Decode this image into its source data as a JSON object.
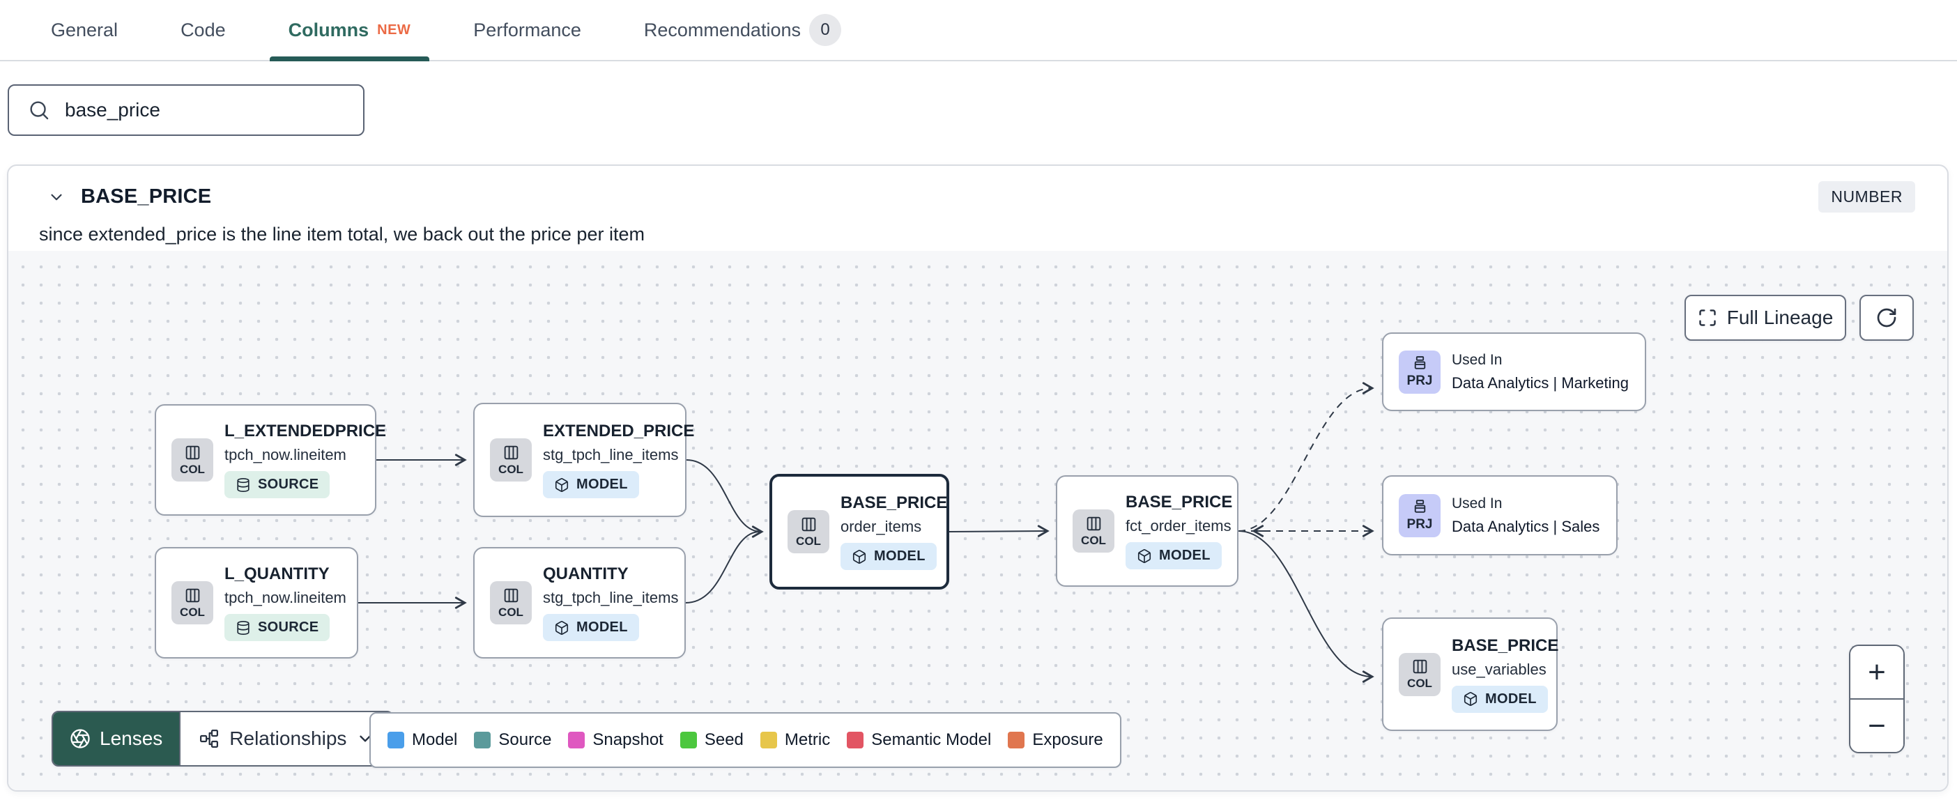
{
  "tabs": {
    "items": [
      {
        "label": "General"
      },
      {
        "label": "Code"
      },
      {
        "label": "Columns",
        "flag": "NEW"
      },
      {
        "label": "Performance"
      },
      {
        "label": "Recommendations",
        "count": "0"
      }
    ],
    "active_color": "#2f6a60",
    "new_flag_color": "#eb6a45"
  },
  "search": {
    "value": "base_price"
  },
  "column_panel": {
    "title": "BASE_PRICE",
    "type_badge": "NUMBER",
    "description": "since extended_price is the line item total, we back out the price per item"
  },
  "lineage": {
    "controls": {
      "full_lineage": "Full Lineage",
      "zoom_in": "+",
      "zoom_out": "−"
    },
    "toolbar": {
      "lenses": "Lenses",
      "relationships": "Relationships"
    },
    "lenses_color": "#2b5a50",
    "nodes": [
      {
        "badge": "COL",
        "title": "L_EXTENDEDPRICE",
        "subtitle": "tpch_now.lineitem",
        "tag": "SOURCE"
      },
      {
        "badge": "COL",
        "title": "EXTENDED_PRICE",
        "subtitle": "stg_tpch_line_items",
        "tag": "MODEL"
      },
      {
        "badge": "COL",
        "title": "L_QUANTITY",
        "subtitle": "tpch_now.lineitem",
        "tag": "SOURCE"
      },
      {
        "badge": "COL",
        "title": "QUANTITY",
        "subtitle": "stg_tpch_line_items",
        "tag": "MODEL"
      },
      {
        "badge": "COL",
        "title": "BASE_PRICE",
        "subtitle": "order_items",
        "tag": "MODEL",
        "selected": true
      },
      {
        "badge": "COL",
        "title": "BASE_PRICE",
        "subtitle": "fct_order_items",
        "tag": "MODEL"
      },
      {
        "badge": "PRJ",
        "label": "Used In",
        "title": "Data Analytics | Marketing"
      },
      {
        "badge": "PRJ",
        "label": "Used In",
        "title": "Data Analytics | Sales"
      },
      {
        "badge": "COL",
        "title": "BASE_PRICE",
        "subtitle": "use_variables",
        "tag": "MODEL"
      }
    ],
    "legend": [
      {
        "label": "Model",
        "color": "#4a9eea"
      },
      {
        "label": "Source",
        "color": "#5b9a9b"
      },
      {
        "label": "Snapshot",
        "color": "#df58c0"
      },
      {
        "label": "Seed",
        "color": "#4cc73e"
      },
      {
        "label": "Metric",
        "color": "#e7c64a"
      },
      {
        "label": "Semantic Model",
        "color": "#e25563"
      },
      {
        "label": "Exposure",
        "color": "#e0764f"
      }
    ]
  }
}
